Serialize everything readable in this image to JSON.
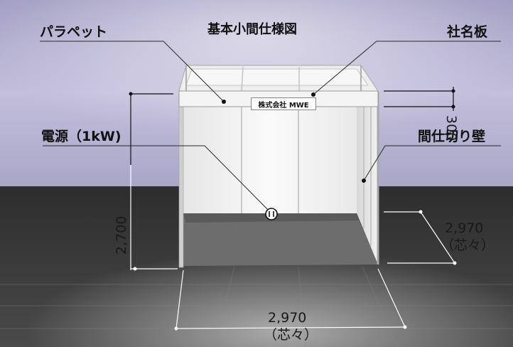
{
  "diagram": {
    "title": "基本小間仕様図",
    "labels": {
      "parapet": "パラペット",
      "nameplate": "社名板",
      "power": "電源（1kW)",
      "partition_wall": "間仕切り壁"
    },
    "sign_text": "株式会社 MWE",
    "dimensions": {
      "parapet_height": "300",
      "wall_height": "2,700",
      "depth": "2,970",
      "depth_note": "（芯々）",
      "width": "2,970",
      "width_note": "（芯々）"
    },
    "colors": {
      "back_wall": "#b6b1d2",
      "floor": "#3e3e3e",
      "panel": "#f2f2f2",
      "frame": "#d9d9d9"
    }
  }
}
